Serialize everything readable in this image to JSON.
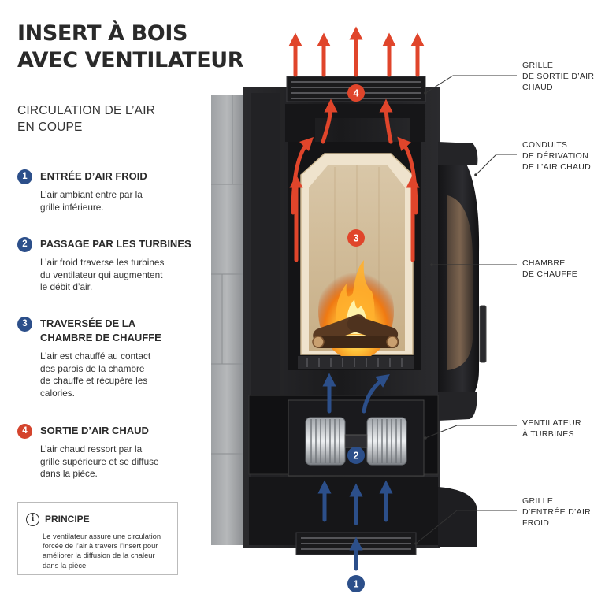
{
  "header": {
    "title_lines": [
      "INSERT À BOIS",
      "AVEC VENTILATEUR"
    ],
    "subtitle_lines": [
      "CIRCULATION DE L’AIR",
      "EN COUPE"
    ]
  },
  "steps": [
    {
      "number": "1",
      "color": "blue",
      "title_lines": [
        "ENTRÉE D’AIR FROID"
      ],
      "text_lines": [
        "L’air ambiant entre par la",
        "grille inférieure."
      ]
    },
    {
      "number": "2",
      "color": "blue",
      "title_lines": [
        "PASSAGE PAR LES TURBINES"
      ],
      "text_lines": [
        "L’air froid traverse les turbines",
        "du ventilateur qui augmentent",
        "le débit d’air."
      ]
    },
    {
      "number": "3",
      "color": "blue",
      "title_lines": [
        "TRAVERSÉE DE LA",
        "CHAMBRE DE CHAUFFE"
      ],
      "text_lines": [
        "L’air est chauffé au contact",
        "des parois de la chambre",
        "de chauffe et récupère les",
        "calories."
      ]
    },
    {
      "number": "4",
      "color": "red",
      "title_lines": [
        "SORTIE D’AIR CHAUD"
      ],
      "text_lines": [
        "L’air chaud ressort par la",
        "grille supérieure et se diffuse",
        "dans la pièce."
      ]
    }
  ],
  "principe": {
    "icon": "info-icon",
    "title": "PRINCIPE",
    "text_lines": [
      "Le ventilateur assure une circulation",
      "forcée de l’air à travers l’insert pour",
      "améliorer la diffusion de la chaleur",
      "dans la pièce."
    ]
  },
  "callouts": [
    {
      "id": "grille-sortie",
      "lines": [
        "GRILLE",
        "DE SORTIE D’AIR",
        "CHAUD"
      ]
    },
    {
      "id": "conduits",
      "lines": [
        "CONDUITS",
        "DE DÉRIVATION",
        "DE L’AIR CHAUD"
      ]
    },
    {
      "id": "chambre",
      "lines": [
        "CHAMBRE",
        "DE CHAUFFE"
      ]
    },
    {
      "id": "ventilateur",
      "lines": [
        "VENTILATEUR",
        "À TURBINES"
      ]
    },
    {
      "id": "grille-entree",
      "lines": [
        "GRILLE",
        "D’ENTRÉE D’AIR",
        "FROID"
      ]
    }
  ],
  "diagram_markers": [
    {
      "number": "4",
      "color": "red"
    },
    {
      "number": "3",
      "color": "red"
    },
    {
      "number": "2",
      "color": "blue"
    },
    {
      "number": "1",
      "color": "blue"
    }
  ],
  "colors": {
    "cold_air": "#2c4f8a",
    "hot_air": "#e0452b",
    "stove_body": "#1d1d1f",
    "stone": "#a9abad",
    "firebrick": "#e9dcc6"
  }
}
